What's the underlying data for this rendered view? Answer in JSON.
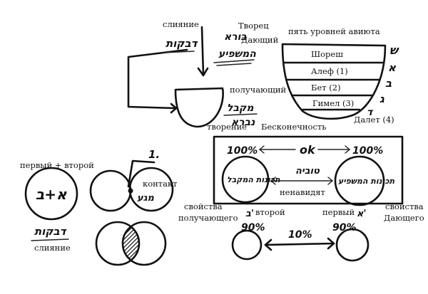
{
  "labels": {
    "merge_top": "слияние",
    "creator": "Творец",
    "giver": "Дающий",
    "receiver": "получающий",
    "creation": "творение",
    "levels_title": "пять уровней авиюта",
    "level_shoresh": "Шореш",
    "level_alef": "Алеф (1)",
    "level_bet": "Бет (2)",
    "level_gimel": "Гимел (3)",
    "level_dalet": "Далет (4)",
    "infinity": "Бесконечность",
    "first_second": "первый + второй",
    "merge_bottom": "слияние",
    "contact": "контакт",
    "hate": "ненавидят",
    "props_receiver_1": "свойства",
    "props_receiver_2": "получающего",
    "second": "второй",
    "first": "первый",
    "props_giver_1": "свойства",
    "props_giver_2": "Дающего"
  },
  "handwriting": {
    "dvekut_top": "דבקות",
    "bore": "בורא",
    "mashpia": "המשפיע",
    "mekabel": "מקבל",
    "nivra": "נברא",
    "letter_shin": "ש",
    "letter_alef": "א",
    "letter_bet": "ב",
    "letter_gimel": "ג",
    "letter_dalet": "ד",
    "pct_left": "100%",
    "ok": "ok",
    "pct_right": "100%",
    "tuvia": "טוביה",
    "left_inner": "תכונות המקבל",
    "right_inner": "תכונות המשפיע",
    "alef_bet": "א+ב",
    "dvekut_bottom": "דבקות",
    "num_1": "1.",
    "maga": "מגע",
    "mark_bet": "ב'",
    "mark_alef": "א'",
    "pct_90_left": "90%",
    "pct_10": "10%",
    "pct_90_right": "90%"
  }
}
